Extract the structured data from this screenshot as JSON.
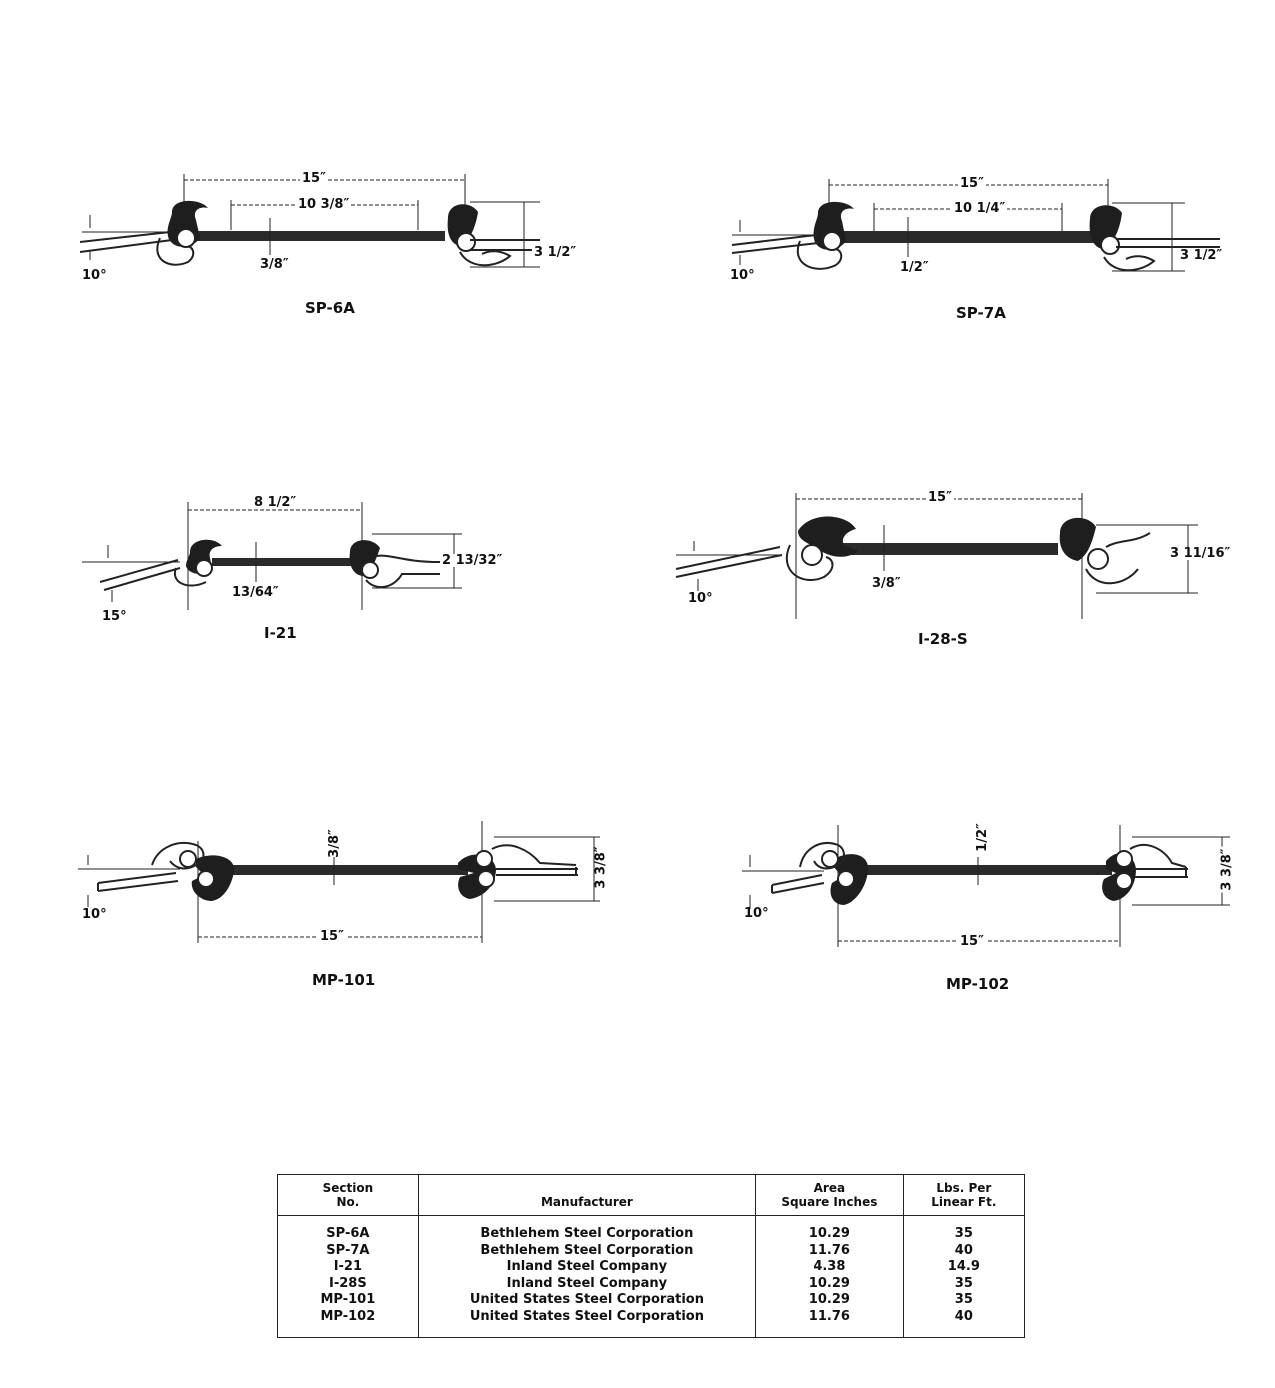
{
  "sections": [
    {
      "name": "SP-6A",
      "dims": {
        "overall": "15″",
        "inner": "10 3/8″",
        "web": "3/8″",
        "height": "3 1/2″",
        "angle": "10°"
      }
    },
    {
      "name": "SP-7A",
      "dims": {
        "overall": "15″",
        "inner": "10 1/4″",
        "web": "1/2″",
        "height": "3 1/2″",
        "angle": "10°"
      }
    },
    {
      "name": "I-21",
      "dims": {
        "overall": "8 1/2″",
        "web": "13/64″",
        "height": "2 13/32″",
        "angle": "15°"
      }
    },
    {
      "name": "I-28-S",
      "dims": {
        "overall": "15″",
        "web": "3/8″",
        "height": "3 11/16″",
        "angle": "10°"
      }
    },
    {
      "name": "MP-101",
      "dims": {
        "overall": "15″",
        "web": "3/8″",
        "height": "3 3/8″",
        "angle": "10°"
      }
    },
    {
      "name": "MP-102",
      "dims": {
        "overall": "15″",
        "web": "1/2″",
        "height": "3 3/8″",
        "angle": "10°"
      }
    }
  ],
  "table": {
    "headers": {
      "section_line1": "Section",
      "section_line2": "No.",
      "manufacturer": "Manufacturer",
      "area_line1": "Area",
      "area_line2": "Square Inches",
      "lbs_line1": "Lbs. Per",
      "lbs_line2": "Linear Ft."
    },
    "rows": [
      {
        "section": "SP-6A",
        "manufacturer": "Bethlehem Steel Corporation",
        "area": "10.29",
        "lbs": "35"
      },
      {
        "section": "SP-7A",
        "manufacturer": "Bethlehem Steel Corporation",
        "area": "11.76",
        "lbs": "40"
      },
      {
        "section": "I-21",
        "manufacturer": "Inland Steel Company",
        "area": "4.38",
        "lbs": "14.9"
      },
      {
        "section": "I-28S",
        "manufacturer": "Inland Steel Company",
        "area": "10.29",
        "lbs": "35"
      },
      {
        "section": "MP-101",
        "manufacturer": "United States Steel Corporation",
        "area": "10.29",
        "lbs": "35"
      },
      {
        "section": "MP-102",
        "manufacturer": "United States Steel Corporation",
        "area": "11.76",
        "lbs": "40"
      }
    ]
  }
}
